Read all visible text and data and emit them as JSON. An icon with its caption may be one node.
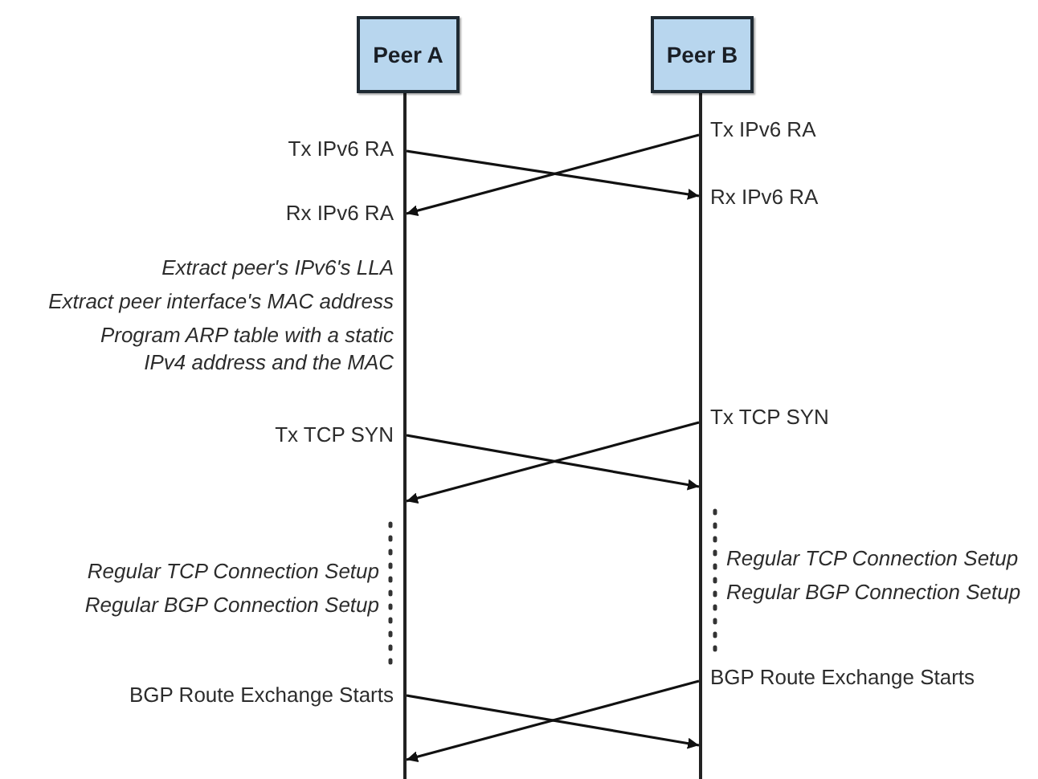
{
  "diagram": {
    "nodes": [
      {
        "text": [
          "Peer A"
        ]
      },
      {
        "text": [
          "Peer B"
        ]
      },
      {
        "text": [],
        "shape": "bar"
      },
      {
        "text": [],
        "shape": "bar"
      }
    ],
    "edges": [
      {
        "from": 2,
        "to": 3,
        "arrow": "to"
      },
      {
        "from": 3,
        "to": 2,
        "arrow": "to"
      },
      {
        "from": 2,
        "to": 3,
        "arrow": "to"
      },
      {
        "from": 3,
        "to": 2,
        "arrow": "to"
      },
      {
        "from": 2,
        "to": 3,
        "arrow": "to"
      },
      {
        "from": 3,
        "to": 2,
        "arrow": "to"
      }
    ],
    "labels": [
      "Tx IPv6 RA",
      "Tx IPv6 RA",
      "Rx IPv6 RA",
      "Rx IPv6 RA",
      "Extract peer's IPv6's LLA",
      "Extract peer interface's MAC address",
      "Program ARP table with a static IPv4 address and the MAC",
      "Tx TCP SYN",
      "Tx TCP SYN",
      "Regular TCP Connection Setup",
      "Regular TCP Connection Setup",
      "Regular BGP Connection Setup",
      "Regular BGP Connection Setup",
      "BGP Route Exchange Starts",
      "BGP Route Exchange Starts"
    ]
  }
}
